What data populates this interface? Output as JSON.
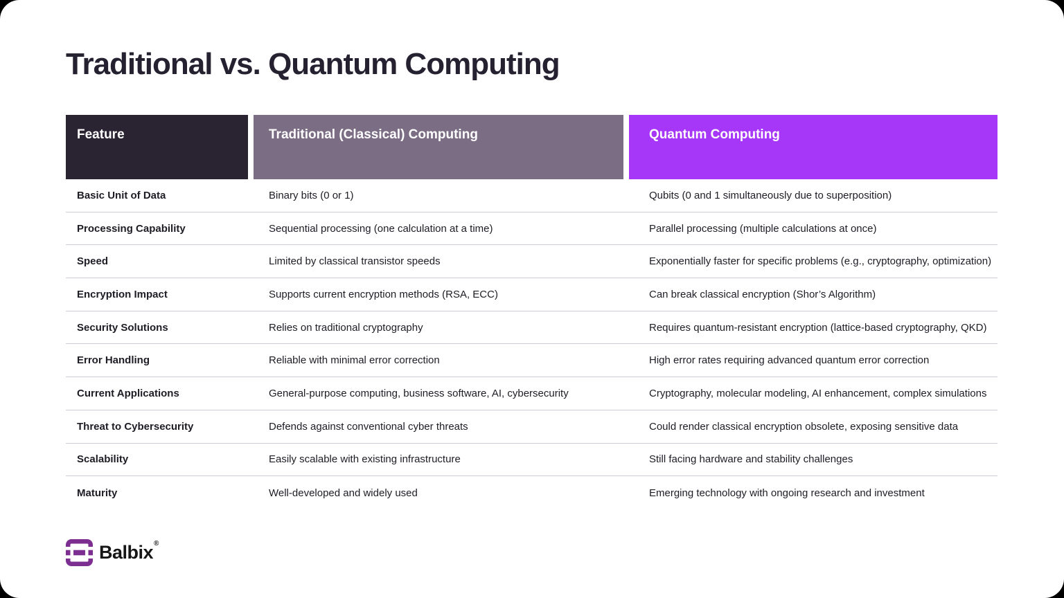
{
  "page": {
    "title": "Traditional vs. Quantum Computing"
  },
  "colors": {
    "feature_header_bg": "#2a2332",
    "classical_header_bg": "#7b6d84",
    "quantum_header_bg": "#a637f8",
    "row_separator": "#d0cbd5",
    "logo_purple": "#7c2e91"
  },
  "table": {
    "headers": {
      "feature": "Feature",
      "classical": "Traditional (Classical) Computing",
      "quantum": "Quantum Computing"
    },
    "rows": [
      {
        "feature": "Basic Unit of Data",
        "classical": "Binary bits (0 or 1)",
        "quantum": "Qubits (0 and 1 simultaneously due to superposition)"
      },
      {
        "feature": "Processing Capability",
        "classical": "Sequential processing (one calculation at a time)",
        "quantum": "Parallel processing (multiple calculations at once)"
      },
      {
        "feature": "Speed",
        "classical": "Limited by classical transistor speeds",
        "quantum": "Exponentially faster for specific problems (e.g., cryptography, optimization)"
      },
      {
        "feature": "Encryption Impact",
        "classical": "Supports current encryption methods (RSA, ECC)",
        "quantum": "Can break classical encryption (Shor’s Algorithm)"
      },
      {
        "feature": "Security Solutions",
        "classical": "Relies on traditional cryptography",
        "quantum": "Requires quantum-resistant encryption (lattice-based cryptography, QKD)"
      },
      {
        "feature": "Error Handling",
        "classical": "Reliable with minimal error correction",
        "quantum": "High error rates requiring advanced quantum error correction"
      },
      {
        "feature": "Current Applications",
        "classical": "General-purpose computing, business software, AI, cybersecurity",
        "quantum": "Cryptography, molecular modeling, AI enhancement, complex simulations"
      },
      {
        "feature": "Threat to Cybersecurity",
        "classical": "Defends against conventional cyber threats",
        "quantum": "Could render classical encryption obsolete, exposing sensitive data"
      },
      {
        "feature": "Scalability",
        "classical": "Easily scalable with existing infrastructure",
        "quantum": "Still facing hardware and stability challenges"
      },
      {
        "feature": "Maturity",
        "classical": "Well-developed and widely used",
        "quantum": "Emerging technology with ongoing research and investment"
      }
    ]
  },
  "footer": {
    "brand": "Balbix",
    "registered_mark": "®"
  }
}
